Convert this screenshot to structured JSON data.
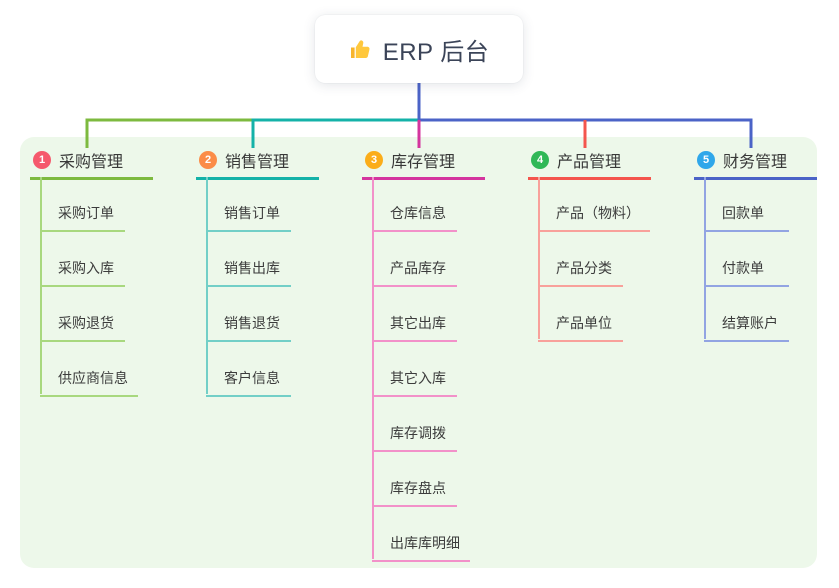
{
  "root": {
    "title": "ERP 后台",
    "icon": "thumbs-up-icon",
    "icon_color": "#FFC83D",
    "card_bg": "#ffffff",
    "stem_color": "#4b63c7"
  },
  "canvas": {
    "panel_bg": "#edf8ea",
    "page_bg": "#ffffff"
  },
  "branches": [
    {
      "index": "1",
      "title": "采购管理",
      "badge_color": "#f5596c",
      "line_color": "#7dba3f",
      "child_line_color": "#a8d87e",
      "children": [
        "采购订单",
        "采购入库",
        "采购退货",
        "供应商信息"
      ]
    },
    {
      "index": "2",
      "title": "销售管理",
      "badge_color": "#fb8c47",
      "line_color": "#14b2a8",
      "child_line_color": "#72cfc7",
      "children": [
        "销售订单",
        "销售出库",
        "销售退货",
        "客户信息"
      ]
    },
    {
      "index": "3",
      "title": "库存管理",
      "badge_color": "#fbad19",
      "line_color": "#d4359e",
      "child_line_color": "#f291c9",
      "children": [
        "仓库信息",
        "产品库存",
        "其它出库",
        "其它入库",
        "库存调拨",
        "库存盘点",
        "出库库明细"
      ]
    },
    {
      "index": "4",
      "title": "产品管理",
      "badge_color": "#30b857",
      "line_color": "#f4554d",
      "child_line_color": "#f8a19b",
      "children": [
        "产品（物料）",
        "产品分类",
        "产品单位"
      ]
    },
    {
      "index": "5",
      "title": "财务管理",
      "badge_color": "#2fa7ea",
      "line_color": "#4b63c7",
      "child_line_color": "#92a4e2",
      "children": [
        "回款单",
        "付款单",
        "结算账户"
      ]
    }
  ]
}
